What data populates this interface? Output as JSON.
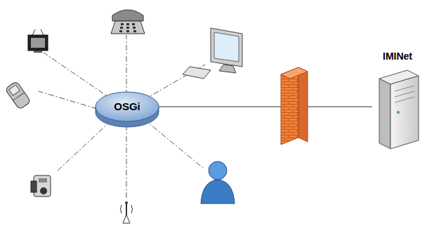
{
  "diagram": {
    "nodes": [
      {
        "text": [
          "OSGi"
        ]
      },
      {
        "text": [
          "IMINet"
        ]
      }
    ],
    "edges": [
      {
        "from": 0,
        "to": 1,
        "arrow": "none"
      }
    ]
  }
}
